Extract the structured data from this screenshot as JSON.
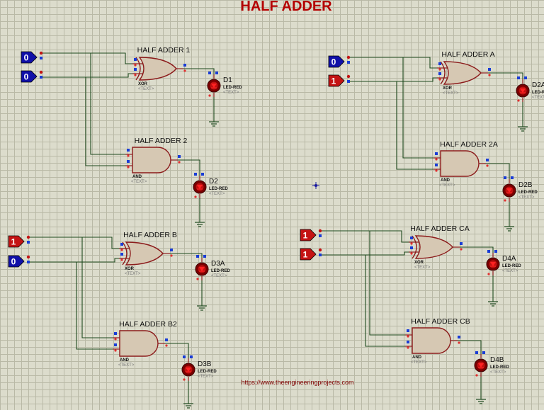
{
  "title": "HALF ADDER",
  "footer_url": "https://www.theengineeringprojects.com",
  "colors": {
    "input_zero": "#1010a8",
    "input_one": "#c41414",
    "gate_fill": "#d6c8b3",
    "gate_outline": "#8c1b1b",
    "wire": "#1e4a1e",
    "title": "#b40000",
    "led_body": "#7a0000",
    "led_core": "#ff2222"
  },
  "inputs": [
    {
      "id": "in-1a",
      "value": "0",
      "logic": 0
    },
    {
      "id": "in-1b",
      "value": "0",
      "logic": 0
    },
    {
      "id": "in-2a",
      "value": "0",
      "logic": 0
    },
    {
      "id": "in-2b",
      "value": "1",
      "logic": 1
    },
    {
      "id": "in-3a",
      "value": "1",
      "logic": 1
    },
    {
      "id": "in-3b",
      "value": "0",
      "logic": 0
    },
    {
      "id": "in-4a",
      "value": "1",
      "logic": 1
    },
    {
      "id": "in-4b",
      "value": "1",
      "logic": 1
    }
  ],
  "gates": [
    {
      "id": "g1",
      "name": "HALF ADDER 1",
      "type": "XOR",
      "text": "<TEXT>"
    },
    {
      "id": "g2",
      "name": "HALF ADDER 2",
      "type": "AND",
      "text": "<TEXT>"
    },
    {
      "id": "g3",
      "name": "HALF ADDER A",
      "type": "XOR",
      "text": "<TEXT>"
    },
    {
      "id": "g4",
      "name": "HALF ADDER 2A",
      "type": "AND",
      "text": "<TEXT>"
    },
    {
      "id": "g5",
      "name": "HALF ADDER B",
      "type": "XOR",
      "text": "<TEXT>"
    },
    {
      "id": "g6",
      "name": "HALF ADDER B2",
      "type": "AND",
      "text": "<TEXT>"
    },
    {
      "id": "g7",
      "name": "HALF ADDER CA",
      "type": "XOR",
      "text": "<TEXT>"
    },
    {
      "id": "g8",
      "name": "HALF ADDER CB",
      "type": "AND",
      "text": "<TEXT>"
    }
  ],
  "leds": [
    {
      "id": "led1",
      "name": "D1",
      "model": "LED-RED",
      "text": "<TEXT>"
    },
    {
      "id": "led2",
      "name": "D2",
      "model": "LED-RED",
      "text": "<TEXT>"
    },
    {
      "id": "led3",
      "name": "D2A",
      "model": "LED-RED",
      "text": "<TEXT>"
    },
    {
      "id": "led4",
      "name": "D2B",
      "model": "LED-RED",
      "text": "<TEXT>"
    },
    {
      "id": "led5",
      "name": "D3A",
      "model": "LED-RED",
      "text": "<TEXT>"
    },
    {
      "id": "led6",
      "name": "D3B",
      "model": "LED-RED",
      "text": "<TEXT>"
    },
    {
      "id": "led7",
      "name": "D4A",
      "model": "LED-RED",
      "text": "<TEXT>"
    },
    {
      "id": "led8",
      "name": "D4B",
      "model": "LED-RED",
      "text": "<TEXT>"
    }
  ]
}
